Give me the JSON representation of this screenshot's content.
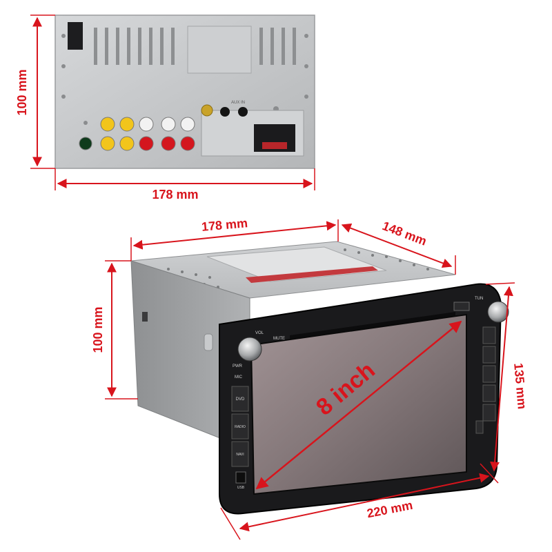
{
  "colors": {
    "dimension_red": "#d8141c",
    "panel_silver": "#c4c6c8",
    "bezel_black": "#1a1a1c",
    "screen_glass": "#8a7e80"
  },
  "rear_view": {
    "height_label": "100 mm",
    "width_label": "178 mm",
    "connectors": {
      "aux_label": "AUX IN"
    }
  },
  "unit_view": {
    "width_label": "178 mm",
    "depth_label": "148 mm",
    "height_label": "100 mm",
    "face_height_label": "135 mm",
    "face_width_label": "220 mm",
    "screen_label": "8 inch",
    "buttons": {
      "vol": "VOL",
      "mute": "MUTE",
      "pwr": "PWR",
      "mic": "MIC",
      "dvd": "DVD",
      "radio": "RADIO",
      "navi": "NAVI",
      "usb": "USB",
      "tun": "TUN"
    }
  }
}
